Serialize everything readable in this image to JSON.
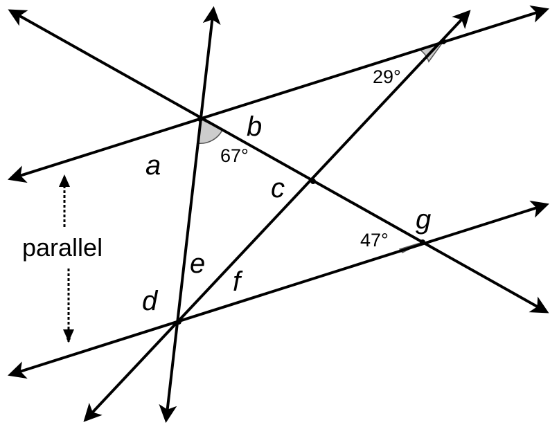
{
  "labels": {
    "a": "a",
    "b": "b",
    "c": "c",
    "d": "d",
    "e": "e",
    "f": "f",
    "g": "g"
  },
  "angles": {
    "top_right": "29°",
    "top_left": "67°",
    "right": "47°"
  },
  "parallel_note": "parallel",
  "colors": {
    "line": "#000000",
    "angle_marker_fill": "#cccccc",
    "angle_marker_stroke": "#555555",
    "background": "#ffffff"
  }
}
